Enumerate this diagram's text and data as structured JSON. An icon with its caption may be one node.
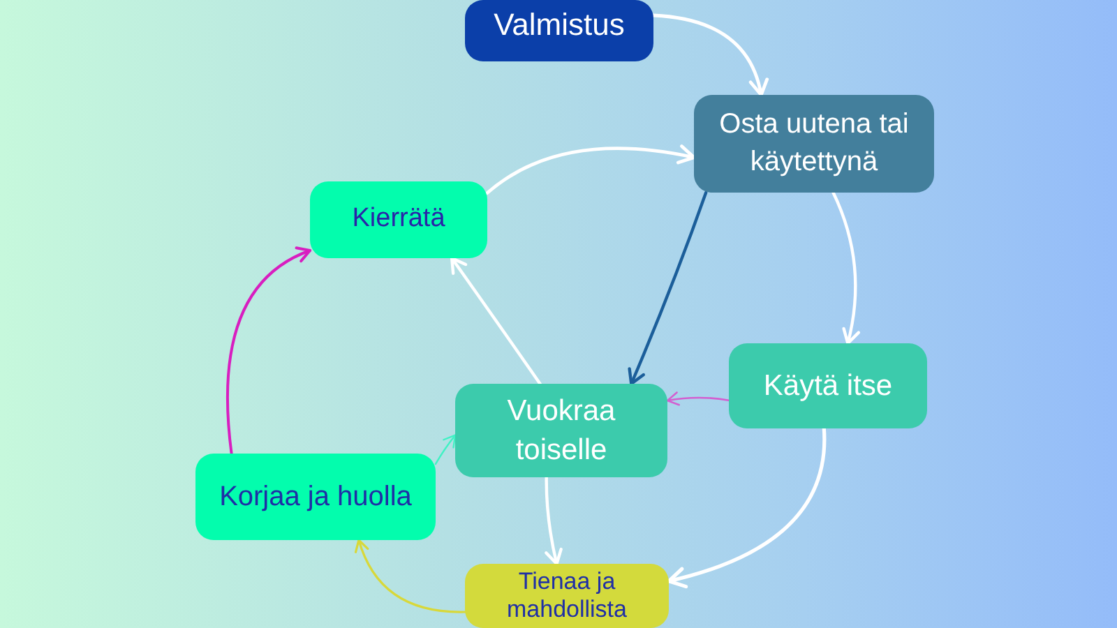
{
  "diagram": {
    "nodes": [
      {
        "text": [
          "Valmistus"
        ]
      },
      {
        "text": [
          "Osta uutena tai käytettynä"
        ]
      },
      {
        "text": [
          "Kierrätä"
        ]
      },
      {
        "text": [
          "Käytä itse"
        ]
      },
      {
        "text": [
          "Vuokraa toiselle"
        ]
      },
      {
        "text": [
          "Korjaa ja huolla"
        ]
      },
      {
        "text": [
          "Tienaa ja mahdollista"
        ]
      }
    ],
    "edges": [
      {
        "from": 0,
        "to": 1,
        "arrow": "to"
      },
      {
        "from": 1,
        "to": 3,
        "arrow": "to"
      },
      {
        "from": 1,
        "to": 4,
        "arrow": "to",
        "color": "#1b5e9a"
      },
      {
        "from": 3,
        "to": 4,
        "arrow": "to",
        "color": "#d35fd0"
      },
      {
        "from": 3,
        "to": 6,
        "arrow": "to"
      },
      {
        "from": 4,
        "to": 6,
        "arrow": "to"
      },
      {
        "from": 4,
        "to": 2,
        "arrow": "to"
      },
      {
        "from": 6,
        "to": 5,
        "arrow": "to",
        "color": "#d8d83a"
      },
      {
        "from": 5,
        "to": 4,
        "arrow": "to",
        "color": "#3ff2c4"
      },
      {
        "from": 5,
        "to": 2,
        "arrow": "to",
        "color": "#d81ec0"
      },
      {
        "from": 2,
        "to": 1,
        "arrow": "to"
      }
    ]
  }
}
